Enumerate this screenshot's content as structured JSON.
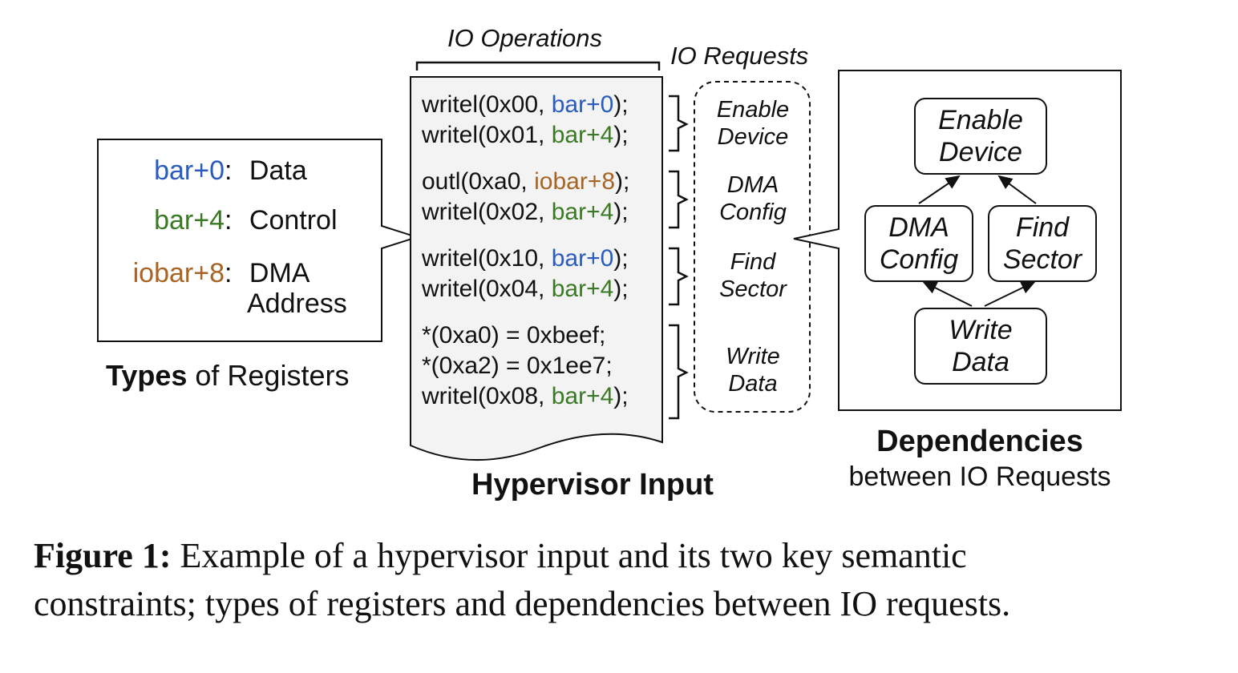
{
  "colors": {
    "bar0": "#2a5bbf",
    "bar4": "#3b7a24",
    "iobar8": "#a86424",
    "black": "#111111"
  },
  "io_operations_label": "IO Operations",
  "io_requests_label": "IO Requests",
  "registers": [
    {
      "name": "bar+0",
      "colon": ":",
      "desc": "Data",
      "color": "#2a5bbf"
    },
    {
      "name": "bar+4",
      "colon": ":",
      "desc": "Control",
      "color": "#3b7a24"
    },
    {
      "name": "iobar+8",
      "colon": ":",
      "desc": "DMA",
      "desc2": "Address",
      "color": "#a86424"
    }
  ],
  "types_label": {
    "bold": "Types",
    "rest": " of Registers"
  },
  "code_lines": [
    {
      "pre": "writel(0x00, ",
      "reg": "bar+0",
      "post": ");",
      "color": "#2a5bbf"
    },
    {
      "pre": "writel(0x01, ",
      "reg": "bar+4",
      "post": ");",
      "color": "#3b7a24"
    },
    {
      "pre": "outl(0xa0, ",
      "reg": "iobar+8",
      "post": ");",
      "color": "#a86424"
    },
    {
      "pre": "writel(0x02, ",
      "reg": "bar+4",
      "post": ");",
      "color": "#3b7a24"
    },
    {
      "pre": "writel(0x10, ",
      "reg": "bar+0",
      "post": ");",
      "color": "#2a5bbf"
    },
    {
      "pre": "writel(0x04, ",
      "reg": "bar+4",
      "post": ");",
      "color": "#3b7a24"
    },
    {
      "pre": "*(0xa0) = 0xbeef;",
      "reg": "",
      "post": "",
      "color": "#111111"
    },
    {
      "pre": "*(0xa2) = 0x1ee7;",
      "reg": "",
      "post": "",
      "color": "#111111"
    },
    {
      "pre": "writel(0x08, ",
      "reg": "bar+4",
      "post": ");",
      "color": "#3b7a24"
    }
  ],
  "requests": [
    {
      "line1": "Enable",
      "line2": "Device"
    },
    {
      "line1": "DMA",
      "line2": "Config"
    },
    {
      "line1": "Find",
      "line2": "Sector"
    },
    {
      "line1": "Write",
      "line2": "Data"
    }
  ],
  "hypervisor_input_label": "Hypervisor Input",
  "dependency_nodes": {
    "enable": "Enable Device",
    "dma": "DMA Config",
    "find": "Find Sector",
    "write": "Write Data"
  },
  "dependencies_label": {
    "title": "Dependencies",
    "subtitle": "between IO Requests"
  },
  "caption": {
    "label": "Figure 1:",
    "line1": " Example of a hypervisor input and its two key semantic",
    "line2": "constraints; types of registers and dependencies between IO requests."
  }
}
